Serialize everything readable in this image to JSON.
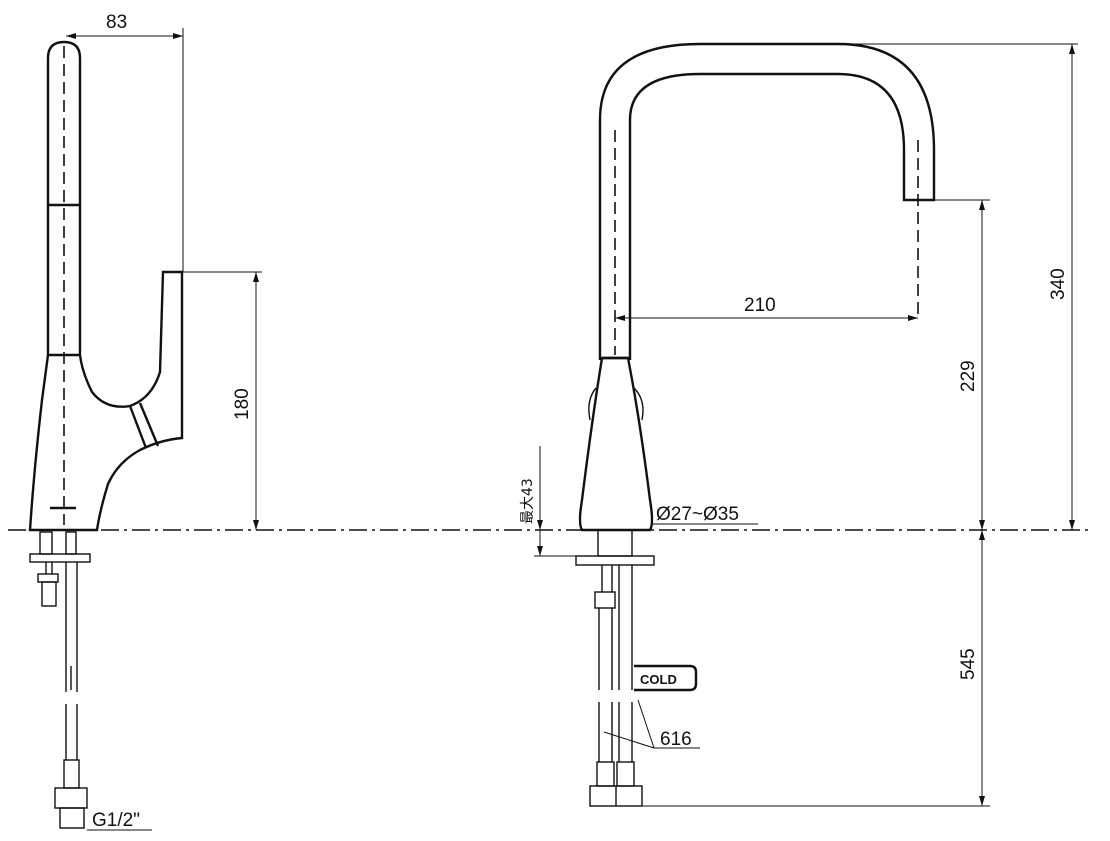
{
  "side_view": {
    "width_dim": "83",
    "lever_height_dim": "180",
    "thread_label": "G1/2\""
  },
  "front_view": {
    "reach_dim": "210",
    "outlet_height_dim": "229",
    "total_height_dim": "340",
    "below_deck_dim": "545",
    "max_deck_thickness_label": "最大43",
    "hole_diameter_label": "Ø27~Ø35",
    "hose_length_dim": "616",
    "cold_tag": "COLD"
  }
}
